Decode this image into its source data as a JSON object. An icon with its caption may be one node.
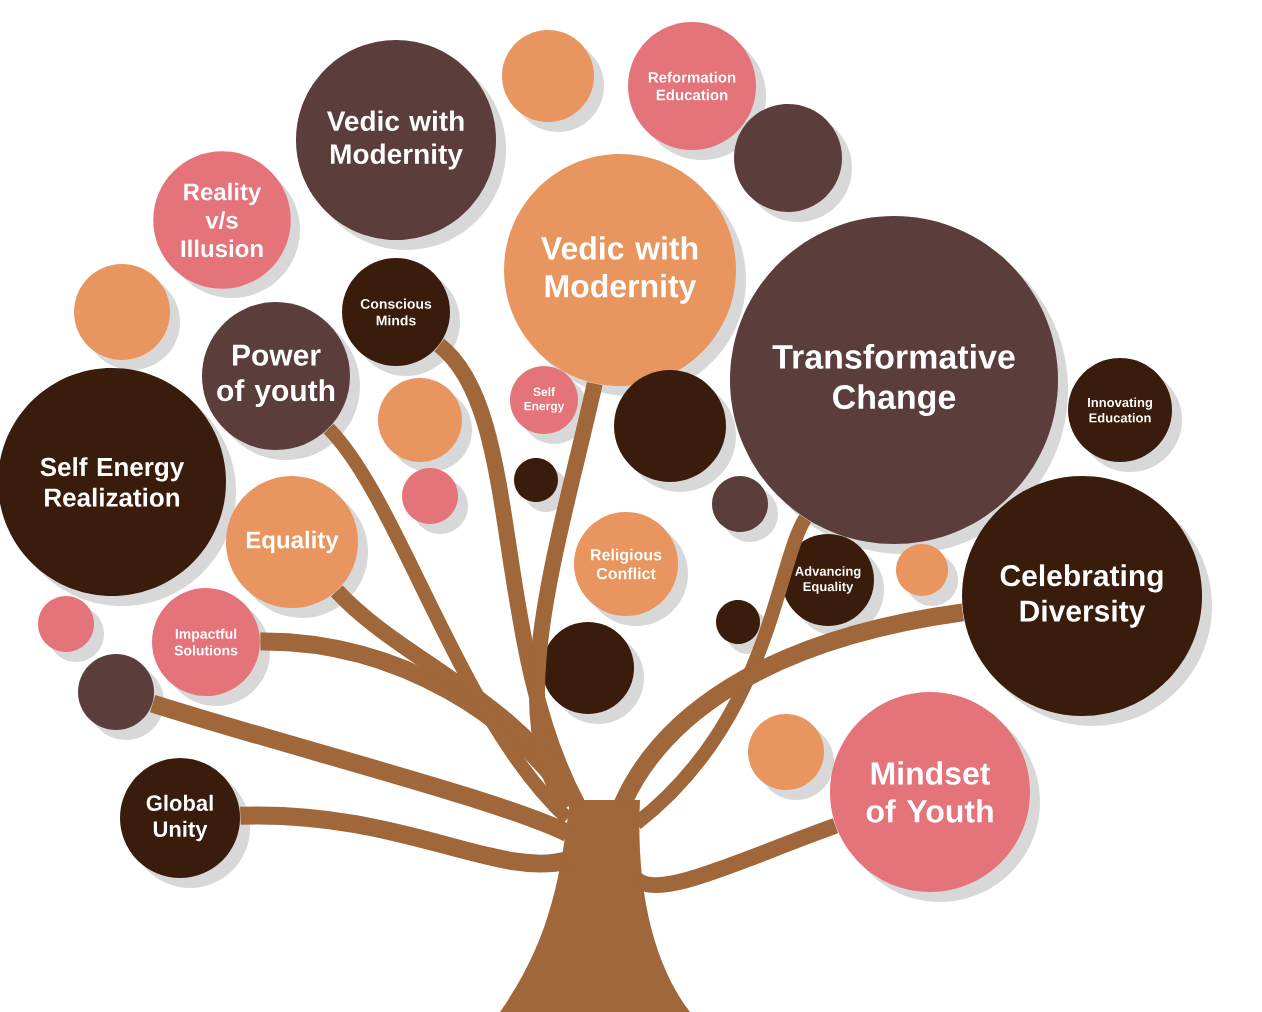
{
  "diagram": {
    "nodes": [
      {
        "text": [
          "Reformation Education"
        ]
      },
      {
        "text": [],
        "shape": "circle"
      },
      {
        "text": [
          "Vedic with Modernity"
        ]
      },
      {
        "text": [],
        "shape": "circle"
      },
      {
        "text": [
          "Reality v/s Illusion"
        ]
      },
      {
        "text": [
          "Vedic with Modernity"
        ]
      },
      {
        "text": [
          "Conscious Minds"
        ]
      },
      {
        "text": [],
        "shape": "circle"
      },
      {
        "text": [
          "Power of youth"
        ]
      },
      {
        "text": [
          "Transformative Change"
        ]
      },
      {
        "text": [
          "Self Energy"
        ]
      },
      {
        "text": [],
        "shape": "circle"
      },
      {
        "text": [
          "Innovating Education"
        ]
      },
      {
        "text": [],
        "shape": "circle"
      },
      {
        "text": [],
        "shape": "circle"
      },
      {
        "text": [],
        "shape": "circle"
      },
      {
        "text": [
          "Self Energy Realization"
        ]
      },
      {
        "text": [],
        "shape": "circle"
      },
      {
        "text": [
          "Equality"
        ]
      },
      {
        "text": [
          "Religious Conflict"
        ]
      },
      {
        "text": [
          "Advancing Equality"
        ]
      },
      {
        "text": [],
        "shape": "circle"
      },
      {
        "text": [
          "Celebrating Diversity"
        ]
      },
      {
        "text": [],
        "shape": "circle"
      },
      {
        "text": [],
        "shape": "circle"
      },
      {
        "text": [
          "Impactful Solutions"
        ]
      },
      {
        "text": [],
        "shape": "circle"
      },
      {
        "text": [],
        "shape": "circle"
      },
      {
        "text": [],
        "shape": "circle"
      },
      {
        "text": [
          "Mindset of Youth"
        ]
      },
      {
        "text": [
          "Global Unity"
        ]
      },
      {
        "text": [],
        "shape": "picture"
      }
    ],
    "edges": [
      {
        "from": 31,
        "to": 30,
        "arrow": "none"
      },
      {
        "from": 31,
        "to": 27,
        "arrow": "none"
      },
      {
        "from": 31,
        "to": 25,
        "arrow": "none"
      },
      {
        "from": 31,
        "to": 18,
        "arrow": "none"
      },
      {
        "from": 31,
        "to": 8,
        "arrow": "none"
      },
      {
        "from": 31,
        "to": 6,
        "arrow": "none"
      },
      {
        "from": 31,
        "to": 5,
        "arrow": "none"
      },
      {
        "from": 31,
        "to": 9,
        "arrow": "none"
      },
      {
        "from": 31,
        "to": 22,
        "arrow": "none"
      },
      {
        "from": 31,
        "to": 29,
        "arrow": "none"
      }
    ]
  }
}
